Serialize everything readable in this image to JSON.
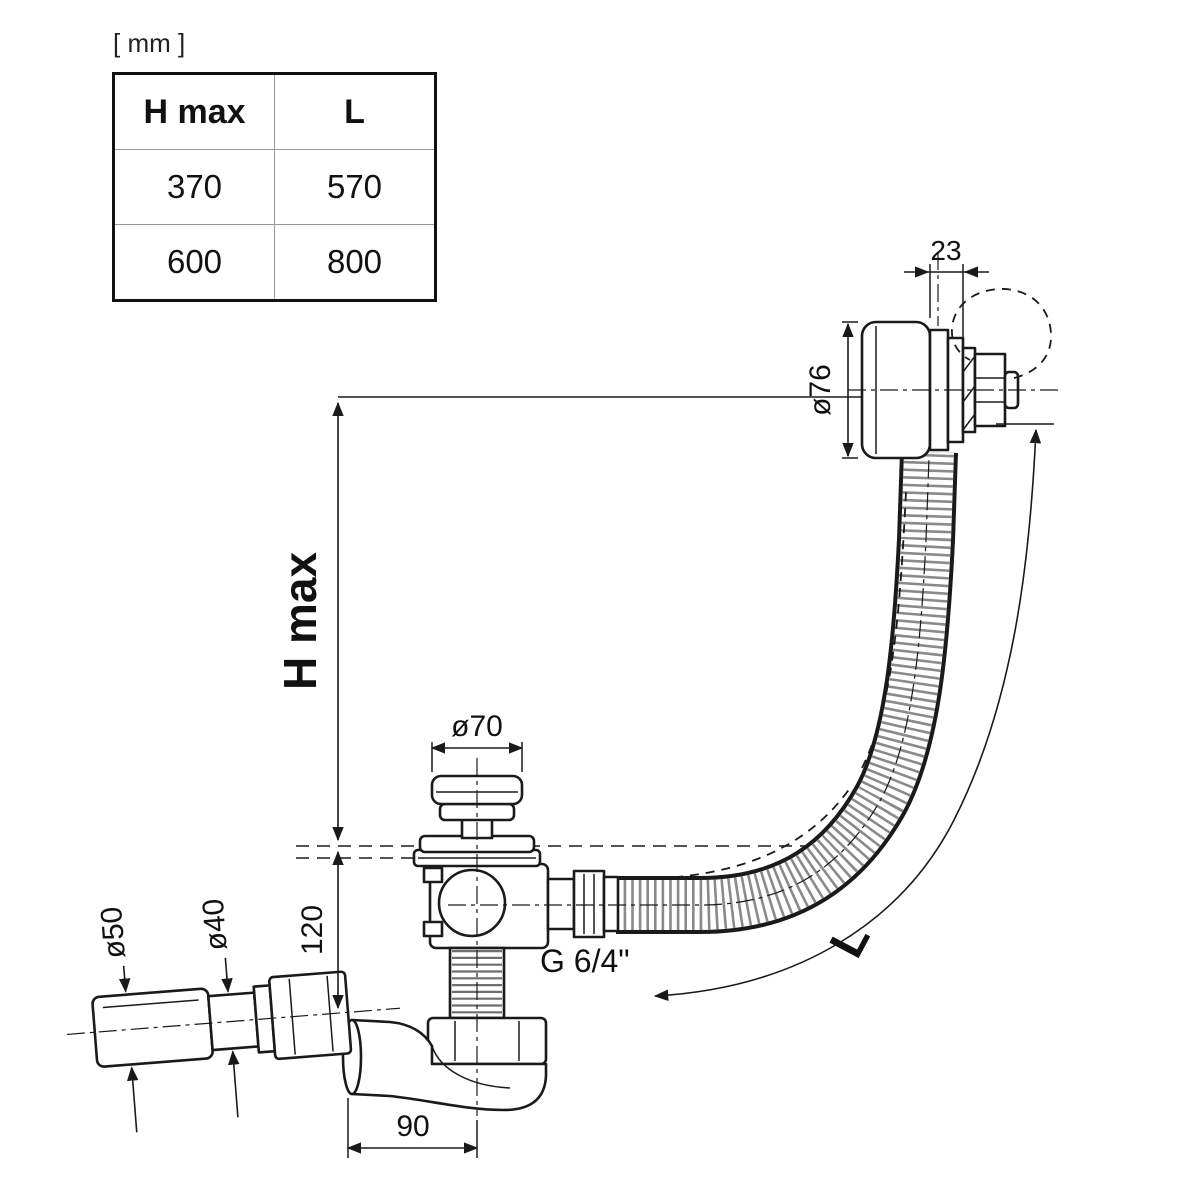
{
  "units_label": "[ mm ]",
  "table": {
    "headers": [
      "H max",
      "L"
    ],
    "rows": [
      [
        "370",
        "570"
      ],
      [
        "600",
        "800"
      ]
    ]
  },
  "labels": {
    "dim_23": "23",
    "dim_o76": "ø76",
    "h_max": "H max",
    "dim_o70": "ø70",
    "dim_o50": "ø50",
    "dim_o40": "ø40",
    "dim_120": "120",
    "thread": "G 6/4\"",
    "dim_L": "L",
    "dim_90": "90"
  },
  "colors": {
    "line": "#1a1a1a",
    "background": "#ffffff"
  }
}
